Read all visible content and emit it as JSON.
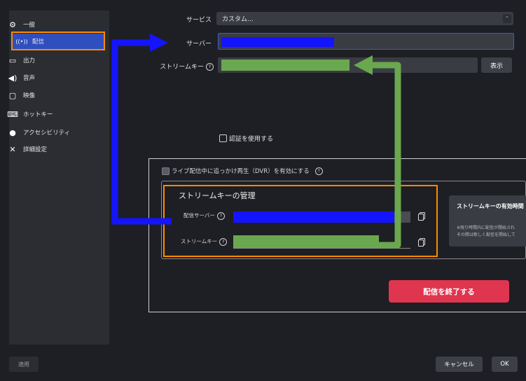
{
  "sidebar": {
    "items": [
      {
        "label": "一般",
        "icon": "gear-icon"
      },
      {
        "label": "配信",
        "icon": "broadcast-icon"
      },
      {
        "label": "出力",
        "icon": "output-icon"
      },
      {
        "label": "音声",
        "icon": "speaker-icon"
      },
      {
        "label": "映像",
        "icon": "monitor-icon"
      },
      {
        "label": "ホットキー",
        "icon": "keyboard-icon"
      },
      {
        "label": "アクセシビリティ",
        "icon": "accessibility-icon"
      },
      {
        "label": "詳細設定",
        "icon": "tools-icon"
      }
    ],
    "active": "配信"
  },
  "form": {
    "service_label": "サービス",
    "service_value": "カスタム...",
    "server_label": "サーバー",
    "stream_key_label": "ストリームキー",
    "show_button": "表示",
    "auth_checkbox_label": "認証を使用する"
  },
  "dvr": {
    "checkbox_label": "ライブ配信中に追っかけ再生（DVR）を有効にする",
    "help": "?"
  },
  "stream_key_manage": {
    "title": "ストリームキーの管理",
    "server_label": "配信サーバー",
    "key_label": "ストリームキー"
  },
  "info_panel": {
    "title": "ストリームキーの有効時間",
    "note_line1": "※残り時間内に配信が開始され",
    "note_line2": "その際は新しく配信を開始して"
  },
  "end_button": "配信を終了する",
  "footer": {
    "apply": "適用",
    "cancel": "キャンセル",
    "ok": "OK"
  },
  "colors": {
    "accent_blue": "#1414ff",
    "arrow_green": "#6aa84f",
    "highlight_orange": "#ff8a00",
    "end_button_red": "#e0354f"
  }
}
